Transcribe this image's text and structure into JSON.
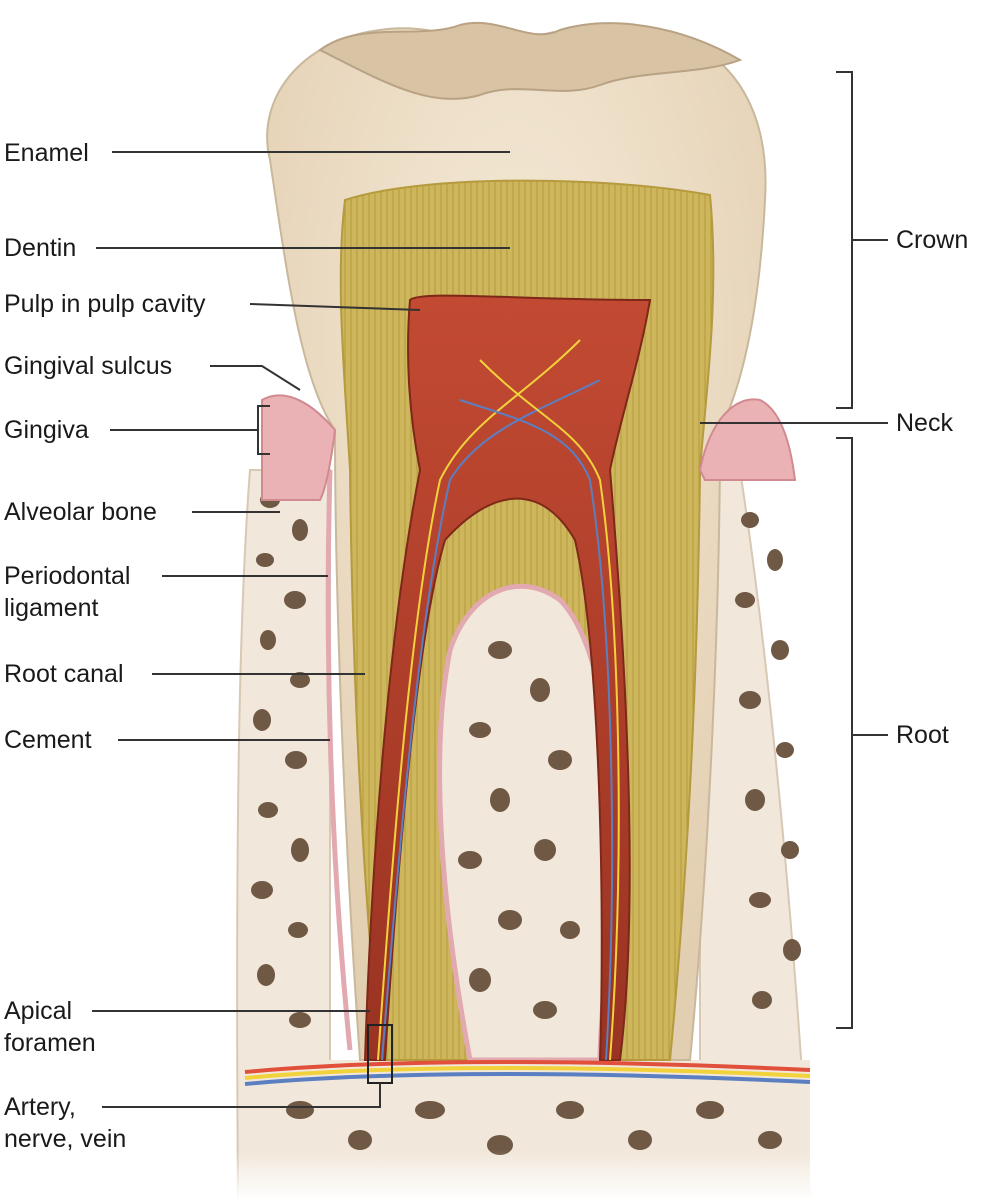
{
  "labels_left": {
    "enamel": "Enamel",
    "dentin": "Dentin",
    "pulp": "Pulp in pulp cavity",
    "gingival_sulcus": "Gingival sulcus",
    "gingiva": "Gingiva",
    "alveolar_bone": "Alveolar bone",
    "periodontal_1": "Periodontal",
    "periodontal_2": "ligament",
    "root_canal": "Root canal",
    "cement": "Cement",
    "apical_1": "Apical",
    "apical_2": "foramen",
    "vessels_1": "Artery,",
    "vessels_2": "nerve, vein"
  },
  "labels_right": {
    "crown": "Crown",
    "neck": "Neck",
    "root": "Root"
  },
  "colors": {
    "enamel": "#ecdcc4",
    "dentin": "#c9b258",
    "pulp": "#b2412c",
    "gingiva": "#e8b0b0",
    "bone": "#f4ece2",
    "bone_pores": "#6b5440",
    "artery": "#e0503a",
    "nerve": "#f2d23a",
    "vein": "#5b7fc0",
    "leader": "#333333"
  }
}
